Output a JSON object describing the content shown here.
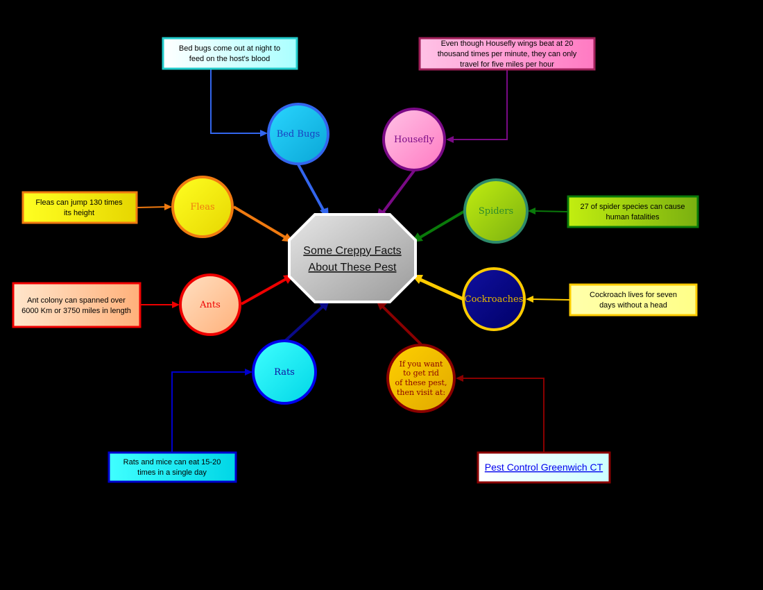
{
  "center": {
    "line1": "Some Creppy Facts",
    "line2": "About These Pest"
  },
  "nodes": {
    "bedbugs": {
      "label": "Bed Bugs",
      "color": "#1a55d6"
    },
    "housefly": {
      "label": "Housefly",
      "color": "#7a0a86"
    },
    "fleas": {
      "label": "Fleas",
      "color": "#f07a10"
    },
    "spiders": {
      "label": "Spiders",
      "color": "#2d8a2d"
    },
    "ants": {
      "label": "Ants",
      "color": "#e01010"
    },
    "cockroaches": {
      "label": "Cockroaches",
      "color": "#e6b800"
    },
    "rats": {
      "label": "Rats",
      "color": "#1010a0"
    },
    "getrid": {
      "line1": "If you want",
      "line2": "to get rid",
      "line3": "of these pest,",
      "line4": "then visit at:",
      "color": "#8a0000"
    }
  },
  "facts": {
    "bedbugs": {
      "line1": "Bed bugs come out at night to",
      "line2": "feed on the host's blood"
    },
    "housefly": {
      "line1": "Even though Housefly wings beat at 20",
      "line2": "thousand times per minute, they can only",
      "line3": "travel for five miles per hour"
    },
    "fleas": {
      "line1": "Fleas can jump 130 times",
      "line2": "its height"
    },
    "spiders": {
      "line1": "27 of spider species can cause",
      "line2": "human fatalities"
    },
    "ants": {
      "line1": "Ant colony can spanned over",
      "line2": "6000 Km or 3750 miles in length"
    },
    "cockroaches": {
      "line1": "Cockroach lives for seven",
      "line2": "days without a head"
    },
    "rats": {
      "line1": "Rats and mice can eat 15-20",
      "line2": "times in a single day"
    },
    "link": {
      "text": "Pest Control Greenwich CT"
    }
  }
}
